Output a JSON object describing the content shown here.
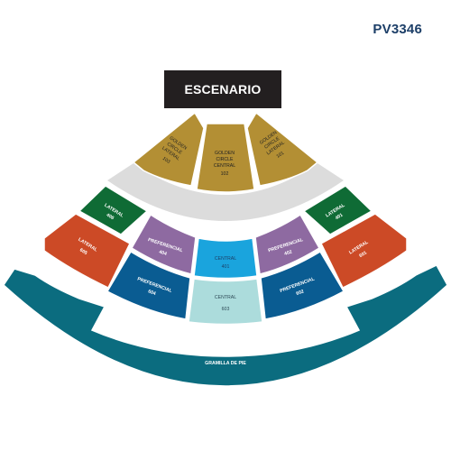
{
  "map_code": "PV3346",
  "stage": {
    "label": "ESCENARIO"
  },
  "colors": {
    "golden": "#b38f34",
    "lateral_green": "#0f6b35",
    "lateral_orange": "#cc4a26",
    "preferencial_purple": "#8e6aa1",
    "preferencial_blue": "#0a5c92",
    "central_cyan": "#1aa4dd",
    "central_light": "#acdcdc",
    "gramilla": "#0b6c7f",
    "aisle": "#dcdcdc"
  },
  "sections": {
    "golden_lateral_103": {
      "lines": [
        "GOLDEN",
        "CIRCLE",
        "LATERAL"
      ],
      "number": "103"
    },
    "golden_central_102": {
      "lines": [
        "GOLDEN",
        "CIRCLE",
        "CENTRAL"
      ],
      "number": "102"
    },
    "golden_lateral_101": {
      "lines": [
        "GOLDEN",
        "CIRCLE",
        "LATERAL"
      ],
      "number": "101"
    },
    "lateral_406": {
      "name": "LATERAL",
      "number": "406"
    },
    "lateral_605": {
      "name": "LATERAL",
      "number": "605"
    },
    "preferencial_404": {
      "name": "PREFERENCIAL",
      "number": "404"
    },
    "central_401": {
      "name": "CENTRAL",
      "number": "401"
    },
    "preferencial_402": {
      "name": "PREFERENCIAL",
      "number": "402"
    },
    "lateral_401": {
      "name": "LATERAL",
      "number": "401"
    },
    "lateral_601": {
      "name": "LATERAL",
      "number": "601"
    },
    "preferencial_604": {
      "name": "PREFERENCIAL",
      "number": "604"
    },
    "central_603": {
      "name": "CENTRAL",
      "number": "603"
    },
    "preferencial_602": {
      "name": "PREFERENCIAL",
      "number": "602"
    },
    "gramilla": {
      "name": "GRAMILLA DE PIE"
    }
  }
}
